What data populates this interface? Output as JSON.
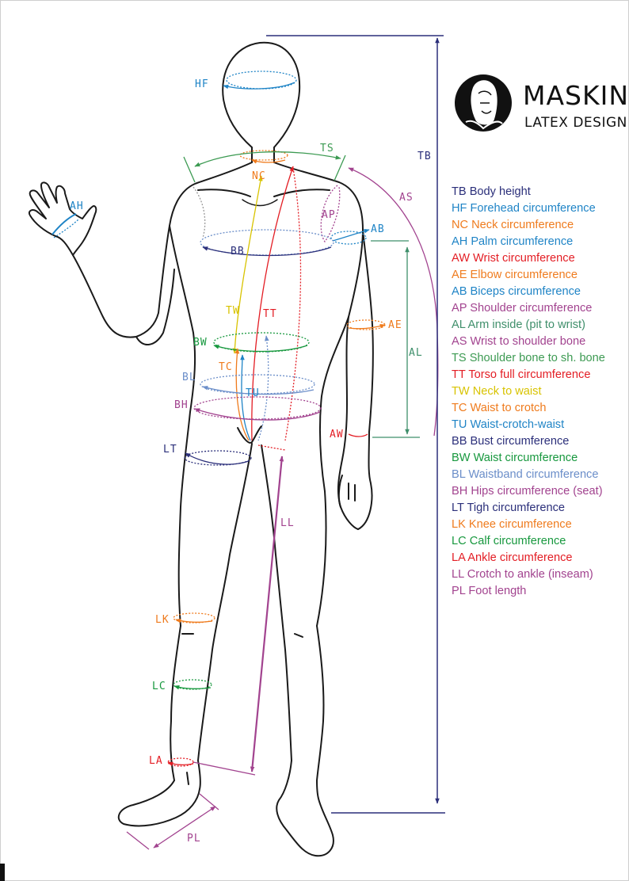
{
  "brand": {
    "name": "MASKINX",
    "subtitle": "LATEX DESIGN"
  },
  "colors": {
    "TB": "#2b2f7a",
    "HF": "#1f84c6",
    "NC": "#ef7b1d",
    "AH": "#1f84c6",
    "AW": "#e31d24",
    "AE": "#ef7b1d",
    "AB": "#1f84c6",
    "AP": "#a2438f",
    "AL": "#3f8f6b",
    "AS": "#a2438f",
    "TS": "#3c9a52",
    "TT": "#e31d24",
    "TW": "#d8c300",
    "TC": "#ef7b1d",
    "TU": "#1f84c6",
    "BB": "#2b2f7a",
    "BW": "#17983e",
    "BL": "#6b8ec9",
    "BH": "#a2438f",
    "LT": "#2b2f7a",
    "LK": "#ef7b1d",
    "LC": "#17983e",
    "LA": "#e31d24",
    "LL": "#a2438f",
    "PL": "#a2438f"
  },
  "codes": {
    "HF": "HF",
    "NC": "NC",
    "TS": "TS",
    "TB": "TB",
    "AS": "AS",
    "AH": "AH",
    "AP": "AP",
    "AB": "AB",
    "BB": "BB",
    "TW": "TW",
    "TT": "TT",
    "AE": "AE",
    "AL": "AL",
    "BW": "BW",
    "TC": "TC",
    "BL": "BL",
    "TU": "TU",
    "BH": "BH",
    "AW": "AW",
    "LT": "LT",
    "LL": "LL",
    "LK": "LK",
    "LC": "LC",
    "LA": "LA",
    "PL": "PL"
  },
  "legend": [
    {
      "code": "TB",
      "text": "TB Body height"
    },
    {
      "code": "HF",
      "text": "HF Forehead circumference"
    },
    {
      "code": "NC",
      "text": "NC Neck circumference"
    },
    {
      "code": "AH",
      "text": "AH Palm circumference"
    },
    {
      "code": "AW",
      "text": "AW Wrist circumference"
    },
    {
      "code": "AE",
      "text": "AE Elbow circumference"
    },
    {
      "code": "AB",
      "text": "AB Biceps circumference"
    },
    {
      "code": "AP",
      "text": "AP Shoulder circumference"
    },
    {
      "code": "AL",
      "text": "AL Arm inside (pit to wrist)"
    },
    {
      "code": "AS",
      "text": "AS Wrist to shoulder bone"
    },
    {
      "code": "TS",
      "text": "TS Shoulder bone to sh. bone"
    },
    {
      "code": "TT",
      "text": "TT Torso full circumference"
    },
    {
      "code": "TW",
      "text": "TW Neck to waist"
    },
    {
      "code": "TC",
      "text": "TC Waist to crotch"
    },
    {
      "code": "TU",
      "text": "TU Waist-crotch-waist"
    },
    {
      "code": "BB",
      "text": "BB Bust circumference"
    },
    {
      "code": "BW",
      "text": "BW Waist circumference"
    },
    {
      "code": "BL",
      "text": "BL Waistband circumference"
    },
    {
      "code": "BH",
      "text": "BH Hips circumference (seat)"
    },
    {
      "code": "LT",
      "text": "LT Tigh circumference"
    },
    {
      "code": "LK",
      "text": "LK Knee circumference"
    },
    {
      "code": "LC",
      "text": "LC Calf circumference"
    },
    {
      "code": "LA",
      "text": "LA Ankle circumference"
    },
    {
      "code": "LL",
      "text": "LL Crotch to ankle (inseam)"
    },
    {
      "code": "PL",
      "text": "PL Foot length"
    }
  ]
}
